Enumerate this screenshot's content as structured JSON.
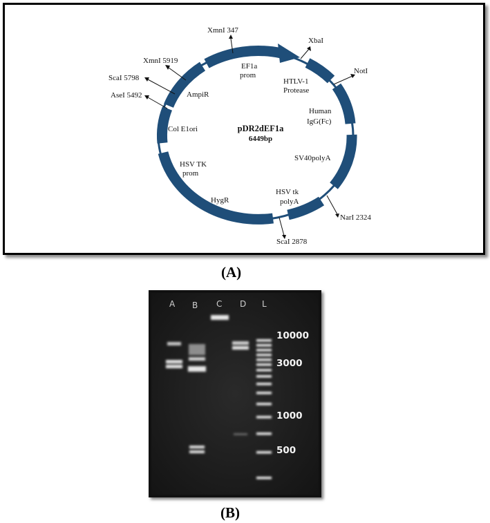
{
  "panel_a": {
    "label": "(A)",
    "plasmid": {
      "name": "pDR2dEF1a",
      "size": "6449bp"
    },
    "features": [
      {
        "id": "ef1a",
        "line1": "EF1a",
        "line2": "prom"
      },
      {
        "id": "htlv",
        "line1": "HTLV-1",
        "line2": "Protease"
      },
      {
        "id": "igg",
        "line1": "Human",
        "line2": "IgG(Fc)"
      },
      {
        "id": "sv40",
        "line1": "SV40polyA",
        "line2": ""
      },
      {
        "id": "hsvtk-polya",
        "line1": "HSV tk",
        "line2": "polyA"
      },
      {
        "id": "hygr",
        "line1": "HygR",
        "line2": ""
      },
      {
        "id": "hsvtk-prom",
        "line1": "HSV TK",
        "line2": "prom"
      },
      {
        "id": "colE1",
        "line1": "Col E1ori",
        "line2": ""
      },
      {
        "id": "ampr",
        "line1": "AmpiR",
        "line2": ""
      }
    ],
    "sites": [
      {
        "id": "xmni-347",
        "label": "XmnI 347"
      },
      {
        "id": "xbai",
        "label": "XbaI"
      },
      {
        "id": "noti",
        "label": "NotI"
      },
      {
        "id": "nari",
        "label": "NarI 2324"
      },
      {
        "id": "scai-2878",
        "label": "ScaI 2878"
      },
      {
        "id": "asei",
        "label": "AseI 5492"
      },
      {
        "id": "scai-5798",
        "label": "ScaI 5798"
      },
      {
        "id": "xmni-5919",
        "label": "XmnI  5919"
      }
    ],
    "colors": {
      "backbone": "#1f4e79"
    }
  },
  "panel_b": {
    "label": "(B)",
    "lanes": [
      "A",
      "B",
      "C",
      "D",
      "L"
    ],
    "size_markers": [
      "10000",
      "3000",
      "1000",
      "500"
    ]
  }
}
